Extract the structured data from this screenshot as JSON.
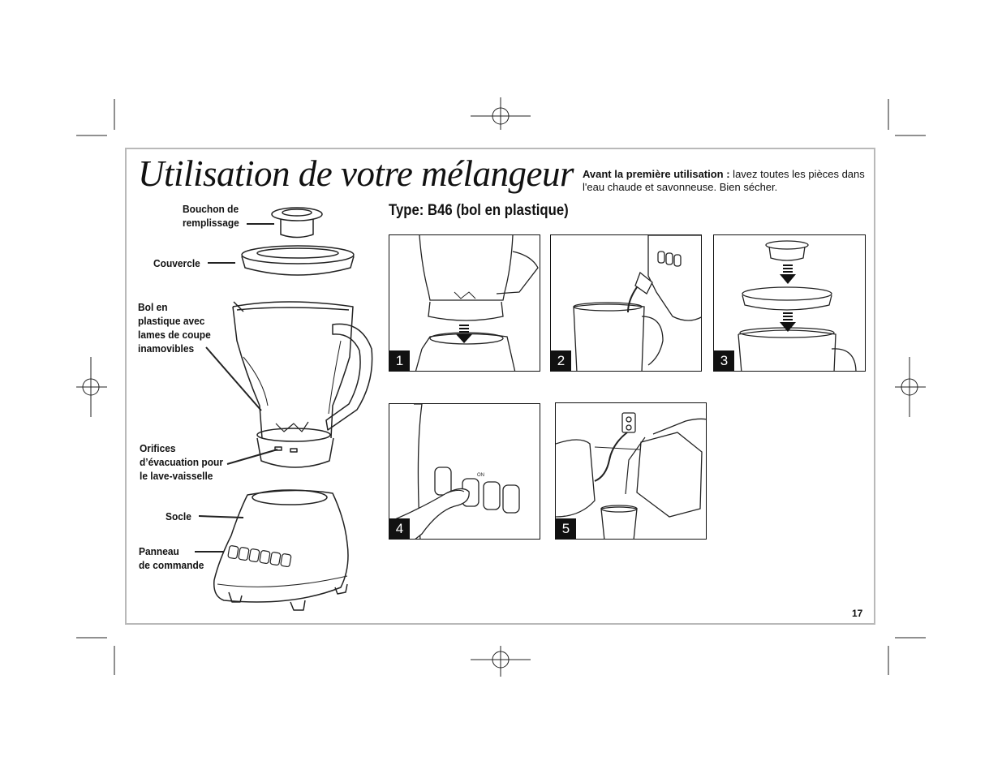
{
  "page": {
    "title": "Utilisation de votre mélangeur",
    "intro_bold": "Avant la première utilisation :",
    "intro_text": " lavez toutes les pièces dans l'eau chaude et savonneuse. Bien sécher.",
    "type_title": "Type: B46 (bol en plastique)",
    "page_number": "17"
  },
  "parts": {
    "bouchon": "Bouchon de\nremplissage",
    "couvercle": "Couvercle",
    "bol": "Bol en\nplastique avec\nlames de coupe\ninamovibles",
    "orifices": "Orifices\nd’évacuation pour\nle lave-vaisselle",
    "socle": "Socle",
    "panneau": "Panneau\nde commande"
  },
  "steps": [
    {
      "number": "1"
    },
    {
      "number": "2"
    },
    {
      "number": "3"
    },
    {
      "number": "4",
      "switch_label": "ON"
    },
    {
      "number": "5"
    }
  ],
  "colors": {
    "frame": "#b9b9b9",
    "ink": "#111111",
    "step_badge": "#111111"
  }
}
